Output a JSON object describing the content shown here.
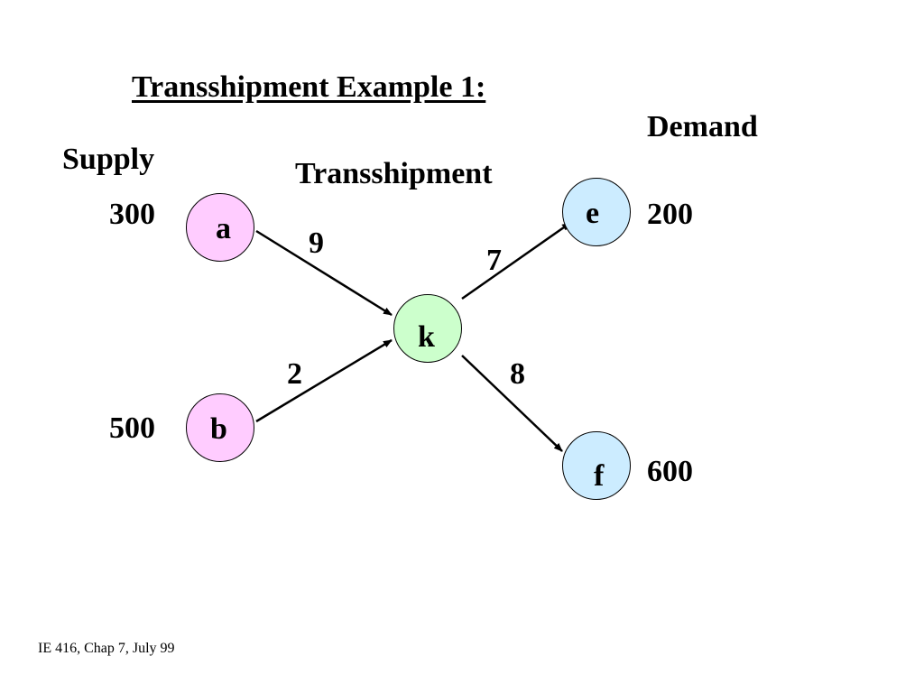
{
  "slide": {
    "title": "Transshipment Example 1:",
    "footer": "IE 416, Chap 7, July 99"
  },
  "headers": {
    "supply": "Supply",
    "transshipment": "Transshipment",
    "demand": "Demand"
  },
  "colors": {
    "supply_node": "#FFCCFF",
    "transship_node": "#CCFFCC",
    "demand_node": "#CCECFF",
    "edge": "#000000"
  },
  "nodes": {
    "a": {
      "label": "a",
      "role": "supply",
      "amount": "300"
    },
    "b": {
      "label": "b",
      "role": "supply",
      "amount": "500"
    },
    "k": {
      "label": "k",
      "role": "transshipment"
    },
    "e": {
      "label": "e",
      "role": "demand",
      "amount": "200"
    },
    "f": {
      "label": "f",
      "role": "demand",
      "amount": "600"
    }
  },
  "edges": [
    {
      "from": "a",
      "to": "k",
      "cost": "9"
    },
    {
      "from": "b",
      "to": "k",
      "cost": "2"
    },
    {
      "from": "k",
      "to": "e",
      "cost": "7"
    },
    {
      "from": "k",
      "to": "f",
      "cost": "8"
    }
  ]
}
